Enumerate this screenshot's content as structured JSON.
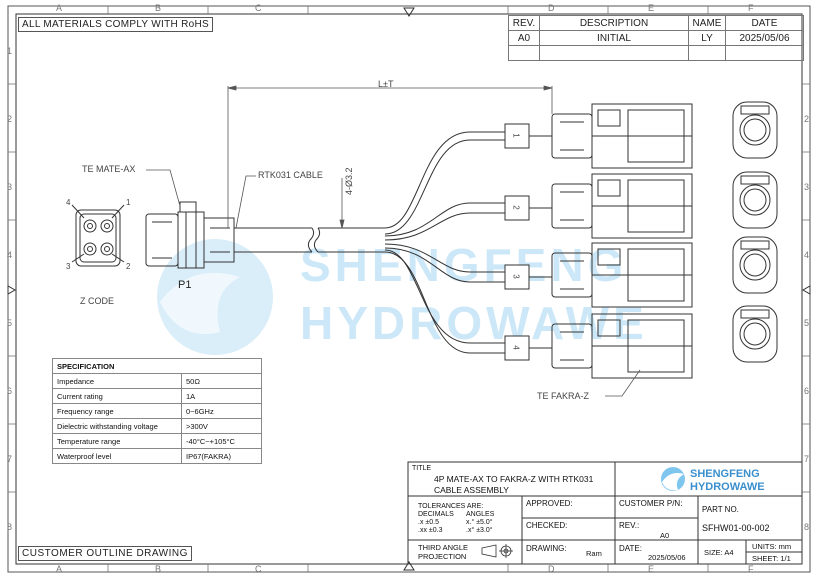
{
  "header": {
    "rohs_note": "ALL MATERIALS COMPLY WITH RoHS"
  },
  "revision_table": {
    "headers": [
      "REV.",
      "DESCRIPTION",
      "NAME",
      "DATE"
    ],
    "row": [
      "A0",
      "INITIAL",
      "LY",
      "2025/05/06"
    ]
  },
  "grid": {
    "columns": [
      "A",
      "B",
      "C",
      "D",
      "E",
      "F"
    ],
    "rows": [
      "1",
      "2",
      "3",
      "4",
      "5",
      "6",
      "7",
      "8"
    ]
  },
  "labels": {
    "te_mate_ax": "TE MATE-AX",
    "rtk031_cable": "RTK031 CABLE",
    "length": "L±T",
    "diameter": "4-Ø3.2",
    "p1": "P1",
    "z_code": "Z CODE",
    "te_fakra_z": "TE FAKRA-Z",
    "pin_numbers": [
      "1",
      "2",
      "3",
      "4"
    ],
    "branch_numbers": [
      "1",
      "2",
      "3",
      "4"
    ]
  },
  "watermark": {
    "line1": "SHENGFENG",
    "line2": "HYDROWAWE"
  },
  "specification": {
    "title": "SPECIFICATION",
    "rows": [
      {
        "name": "Impedance",
        "value": "50Ω"
      },
      {
        "name": "Current rating",
        "value": "1A"
      },
      {
        "name": "Frequency range",
        "value": "0~6GHz"
      },
      {
        "name": "Dielectric withstanding voltage",
        "value": ">300V"
      },
      {
        "name": "Temperature range",
        "value": "-40°C~+105°C"
      },
      {
        "name": "Waterproof level",
        "value": "IP67(FAKRA)"
      }
    ]
  },
  "title_block": {
    "title_label": "TITLE",
    "title_line1": "4P MATE-AX TO FAKRA-Z WITH RTK031",
    "title_line2": "CABLE ASSEMBLY",
    "logo_line1": "SHENGFENG",
    "logo_line2": "HYDROWAWE",
    "tolerances_label": "TOLERANCES ARE:",
    "decimals_label": "DECIMALS",
    "angles_label": "ANGLES",
    "tol_x": ".x  ±0.5",
    "tol_xx": ".xx ±0.3",
    "ang_x": "x.° ±5.0°",
    "ang_xx": ".x° ±3.0°",
    "projection_line1": "THIRD ANGLE",
    "projection_line2": "PROJECTION",
    "approved_label": "APPROVED:",
    "checked_label": "CHECKED:",
    "drawing_label": "DRAWING:",
    "drawing_value": "Ram",
    "customer_pn_label": "CUSTOMER P/N:",
    "rev_label": "REV.:",
    "rev_value": "A0",
    "date_label": "DATE:",
    "date_value": "2025/05/06",
    "part_no_label": "PART NO.",
    "part_no_value": "SFHW01-00-002",
    "size_label": "SIZE: A4",
    "units_label": "UNITS: mm",
    "sheet_label": "SHEET: 1/1"
  },
  "footer": {
    "drawing_type": "CUSTOMER OUTLINE DRAWING"
  }
}
